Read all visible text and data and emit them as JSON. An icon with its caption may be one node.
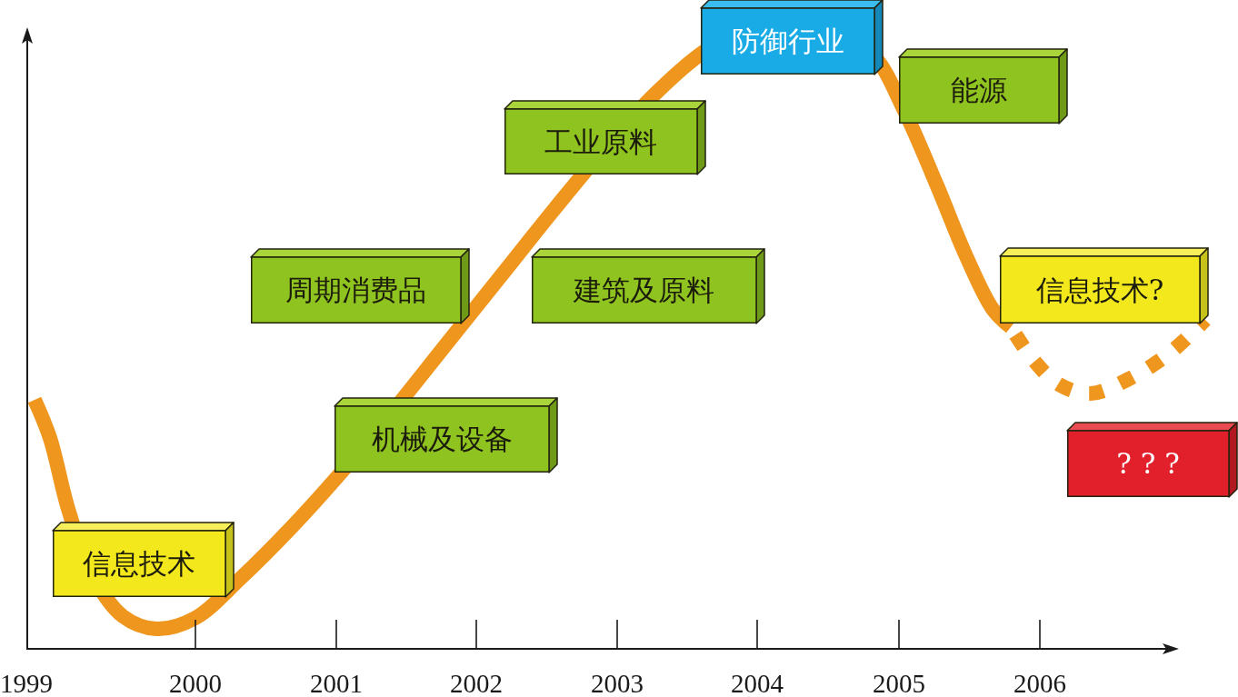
{
  "diagram": {
    "nodes": [
      {
        "text": [
          "防御行业"
        ]
      },
      {
        "text": [
          "能源"
        ]
      },
      {
        "text": [
          "工业原料"
        ]
      },
      {
        "text": [
          "周期消费品"
        ]
      },
      {
        "text": [
          "建筑及原料"
        ]
      },
      {
        "text": [
          "信息技术?"
        ]
      },
      {
        "text": [
          "机械及设备"
        ]
      },
      {
        "text": [
          "? ? ?"
        ]
      },
      {
        "text": [
          "信息技术"
        ]
      }
    ],
    "labels": [
      "1999",
      "2000",
      "2001",
      "2002",
      "2003",
      "2004",
      "2005",
      "2006"
    ]
  }
}
